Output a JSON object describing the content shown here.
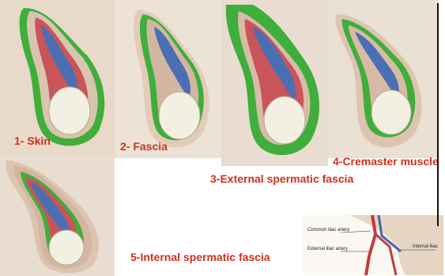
{
  "colors": {
    "caption": "#d0311f",
    "highlight_green": "#3fae3a",
    "skin": "#e8d9c8",
    "testis": "#f2efe3",
    "muscle_red": "#c9545a",
    "vessel_blue": "#4a6fb3"
  },
  "panels": [
    {
      "label": "1- Skin",
      "highlighted_layer": "Skin"
    },
    {
      "label": "2- Fascia",
      "highlighted_layer": "Fascia"
    },
    {
      "label": "3-External spermatic fascia",
      "highlighted_layer": "External spermatic fascia"
    },
    {
      "label": "4-Cremaster muscle",
      "highlighted_layer": "Cremaster muscle"
    },
    {
      "label": "5-Internal spermatic fascia",
      "highlighted_layer": "Internal spermatic fascia"
    }
  ],
  "inset": {
    "labels": [
      "Common iliac artery",
      "External iliac artery",
      "Internal iliac"
    ]
  }
}
